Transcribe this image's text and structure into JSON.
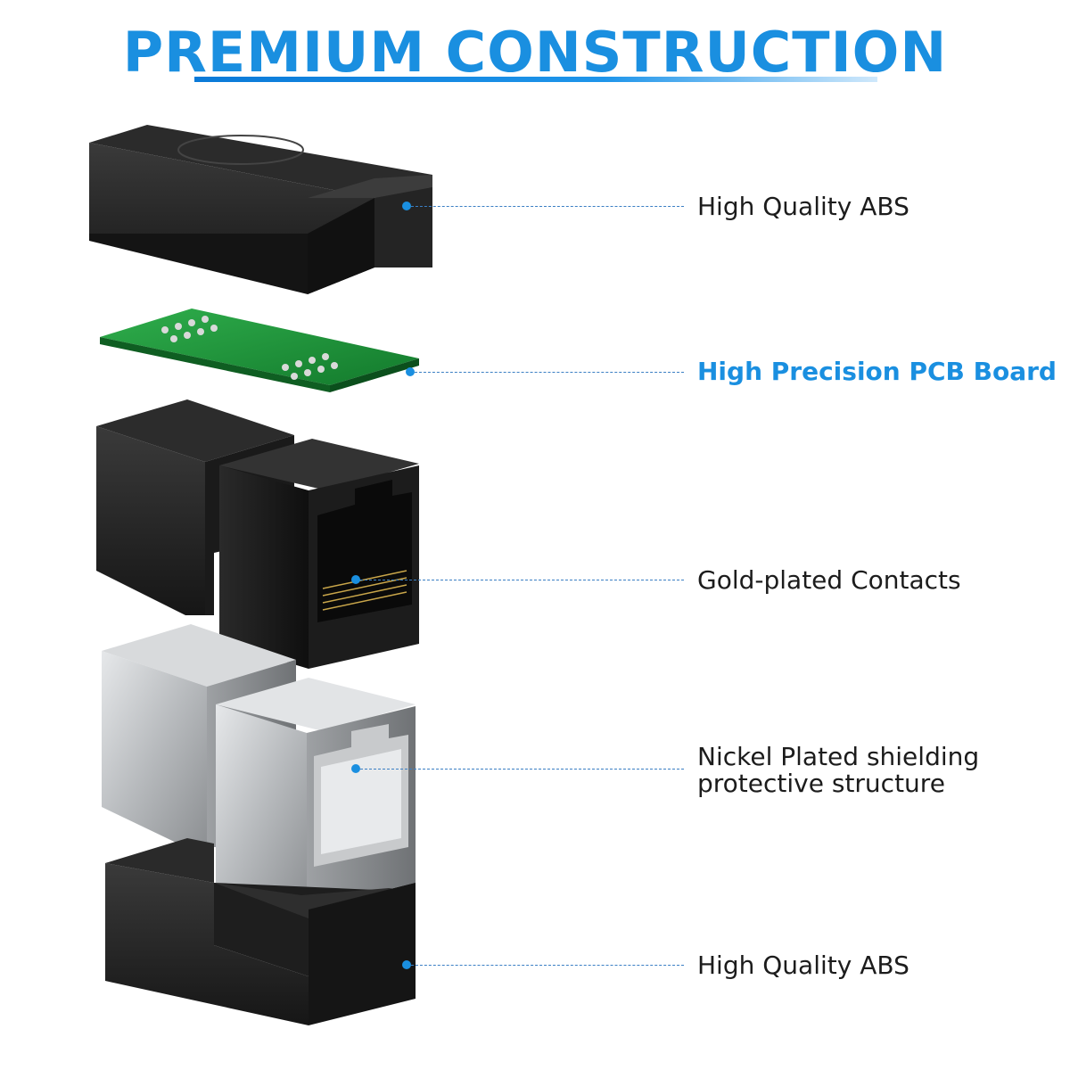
{
  "title": "PREMIUM CONSTRUCTION",
  "colors": {
    "accent": "#1a8fe0",
    "abs_black": "#1f1f1f",
    "pcb_green": "#1f8f3a",
    "nickel": "#b9bcbe"
  },
  "components": [
    {
      "label": "High Quality ABS",
      "highlight": false
    },
    {
      "label": "High Precision PCB Board",
      "highlight": true
    },
    {
      "label": "Gold-plated Contacts",
      "highlight": false
    },
    {
      "label": "Nickel Plated shielding protective structure",
      "label_line1": "Nickel Plated shielding",
      "label_line2": "protective structure",
      "highlight": false
    },
    {
      "label": "High Quality ABS",
      "highlight": false
    }
  ]
}
